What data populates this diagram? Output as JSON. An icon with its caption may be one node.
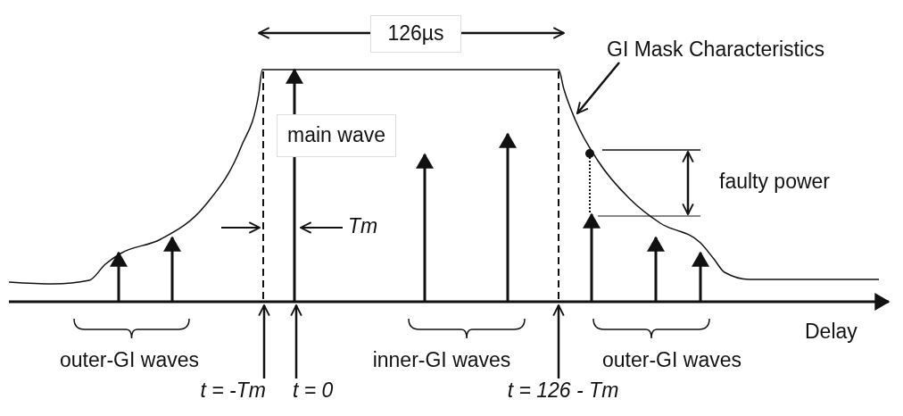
{
  "diagram": {
    "nodes": [
      {
        "text": [
          "GI Mask Characteristics"
        ]
      },
      {
        "text": [
          "t = -Tm"
        ]
      },
      {
        "text": [
          "t = 0"
        ]
      },
      {
        "text": [
          "t = 126 - Tm"
        ]
      }
    ],
    "edges": [
      {
        "from": 0,
        "to": null,
        "arrow": "to"
      },
      {
        "from": 1,
        "to": null,
        "arrow": "to"
      },
      {
        "from": 2,
        "to": null,
        "arrow": "to"
      },
      {
        "from": 3,
        "to": null,
        "arrow": "to"
      }
    ],
    "labels": [
      "126µs",
      "main wave",
      "Tm",
      "faulty power",
      "Delay",
      "outer-GI waves",
      "inner-GI waves",
      "outer-GI waves"
    ]
  }
}
